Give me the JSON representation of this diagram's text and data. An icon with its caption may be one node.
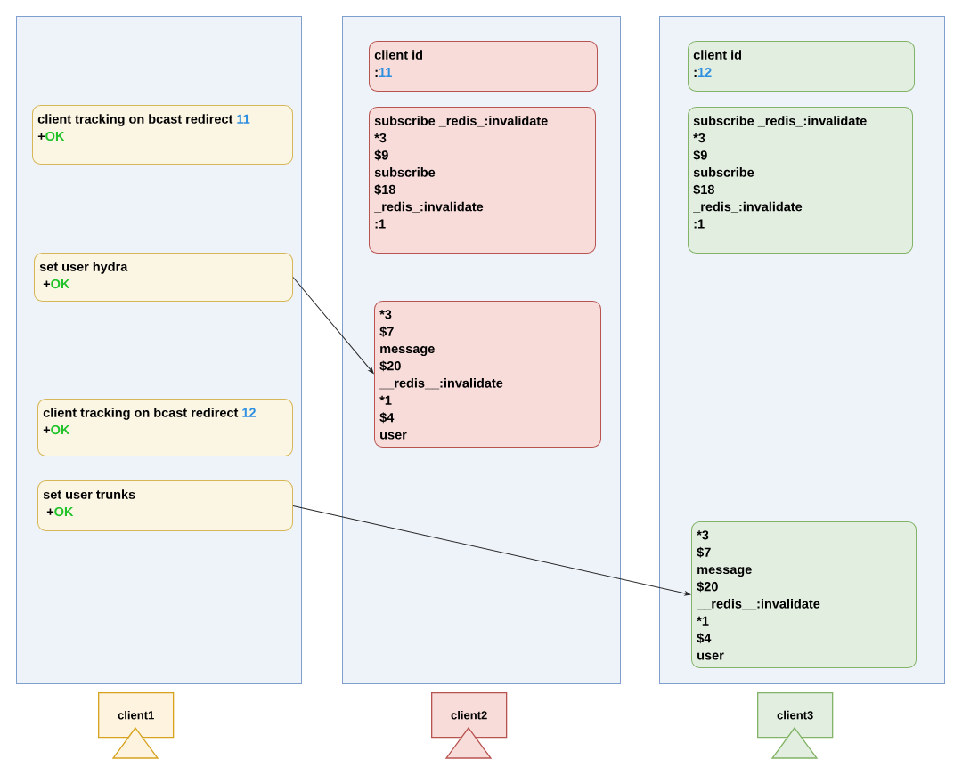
{
  "diagram": {
    "nodes": [
      {
        "text": [],
        "shape": "box"
      },
      {
        "text": [
          "client tracking on bcast redirect",
          "11",
          "+",
          "OK"
        ],
        "in": 0
      },
      {
        "text": [
          "set user hydra",
          "+",
          "OK"
        ],
        "in": 0
      },
      {
        "text": [
          "client tracking on bcast redirect",
          "12",
          "+",
          "OK"
        ],
        "in": 0
      },
      {
        "text": [
          "set user trunks",
          "+",
          "OK"
        ],
        "in": 0
      },
      {
        "text": [],
        "shape": "box"
      },
      {
        "text": [
          "client id",
          ":",
          "11"
        ],
        "in": 5
      },
      {
        "text": [
          "subscribe _redis_:invalidate",
          "*3",
          "$9",
          "subscribe",
          "$18",
          "_redis_:invalidate",
          ":1"
        ],
        "in": 5
      },
      {
        "text": [
          "*3",
          "$7",
          "message",
          "$20",
          "__redis__:invalidate",
          "*1",
          "$4",
          "user"
        ],
        "in": 5
      },
      {
        "text": [],
        "shape": "box"
      },
      {
        "text": [
          "client id",
          ":",
          "12"
        ],
        "in": 9
      },
      {
        "text": [
          "subscribe _redis_:invalidate",
          "*3",
          "$9",
          "subscribe",
          "$18",
          "_redis_:invalidate",
          ":1"
        ],
        "in": 9
      },
      {
        "text": [
          "*3",
          "$7",
          "message",
          "$20",
          "__redis__:invalidate",
          "*1",
          "$4",
          "user"
        ],
        "in": 9
      },
      {
        "text": [
          "client1"
        ]
      },
      {
        "text": [
          "client2"
        ]
      },
      {
        "text": [
          "client3"
        ]
      }
    ],
    "edges": [
      {
        "from": 2,
        "to": 8,
        "arrow": "to"
      },
      {
        "from": 4,
        "to": 12,
        "arrow": "to"
      }
    ]
  }
}
